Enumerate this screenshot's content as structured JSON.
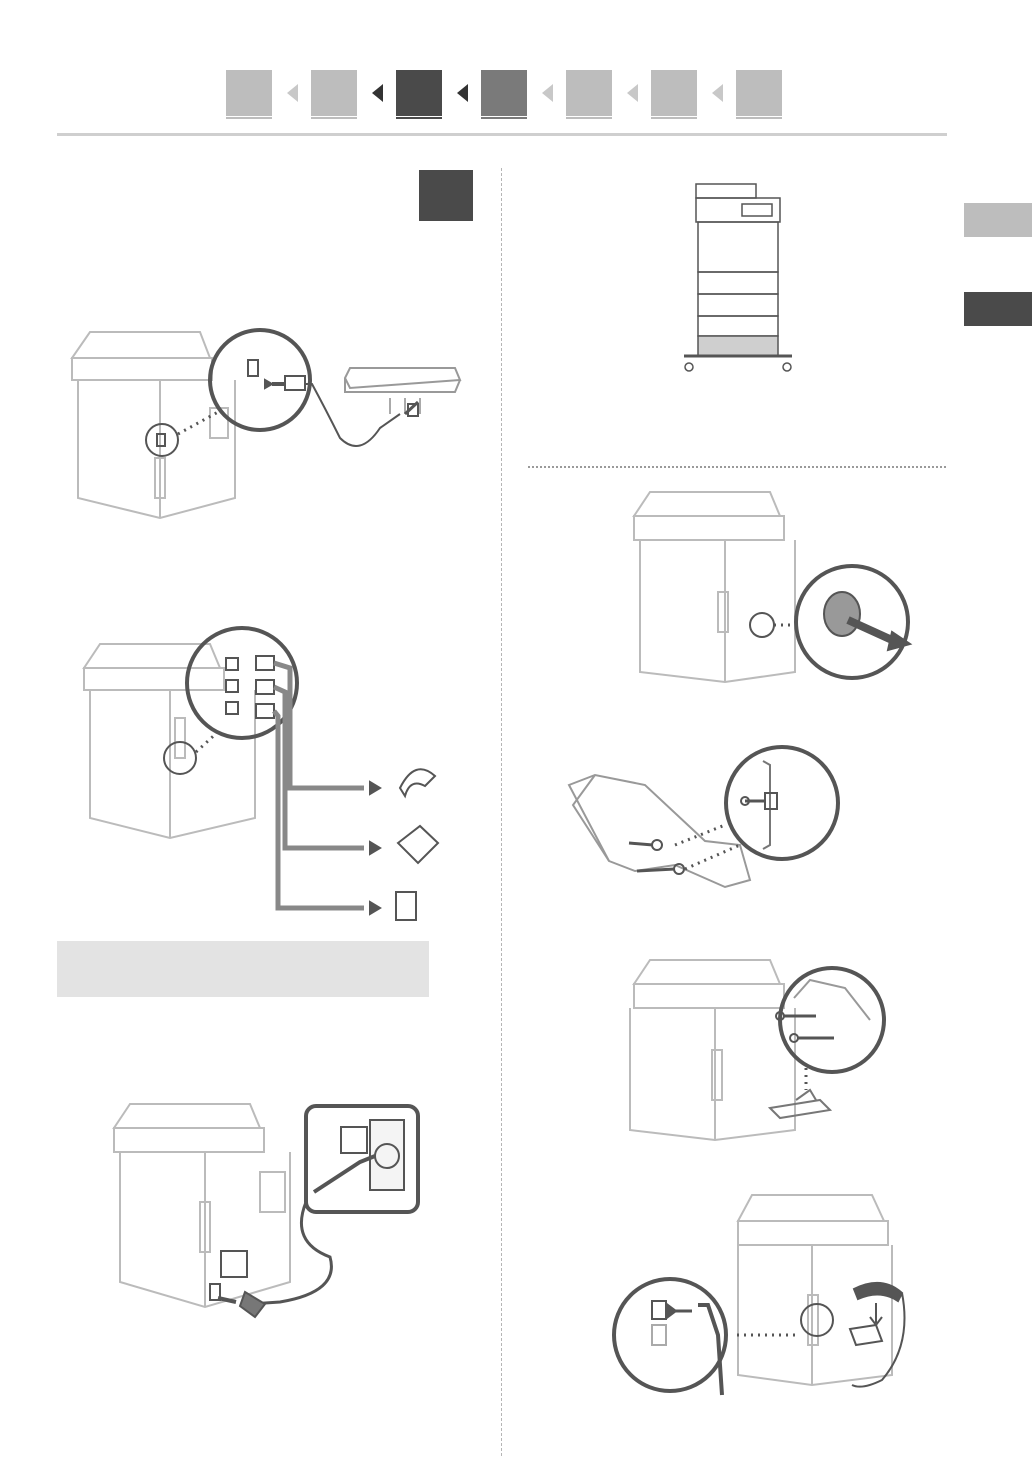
{
  "navigation": {
    "steps": [
      {
        "state": "inactive",
        "color": "#bdbdbd"
      },
      {
        "state": "inactive",
        "color": "#bdbdbd"
      },
      {
        "state": "current",
        "color": "#4a4a4a"
      },
      {
        "state": "done",
        "color": "#7a7a7a"
      },
      {
        "state": "inactive",
        "color": "#bdbdbd"
      },
      {
        "state": "inactive",
        "color": "#bdbdbd"
      },
      {
        "state": "inactive",
        "color": "#bdbdbd"
      }
    ]
  },
  "side_tabs": [
    {
      "color": "#bdbdbd"
    },
    {
      "color": "#4a4a4a"
    }
  ],
  "step_badge": {
    "color": "#4a4a4a"
  },
  "colors": {
    "line_art": "#555555",
    "shade": "#9a9a9a",
    "section_background": "#e3e3e3",
    "rule": "#cfcfcf"
  },
  "illustrations": [
    {
      "name": "printer-to-telephone-line-connection",
      "icon": "printer-phone-cable-illustration"
    },
    {
      "name": "telephone-handset-and-devices-connection",
      "icon": "printer-handset-connection-illustration"
    },
    {
      "name": "power-cord-connection",
      "icon": "power-cord-illustration"
    },
    {
      "name": "printer-on-cassette-stand",
      "icon": "printer-stand-illustration"
    },
    {
      "name": "remove-cap",
      "icon": "cap-removal-illustration"
    },
    {
      "name": "handset-holder-screws",
      "icon": "handset-screw-illustration"
    },
    {
      "name": "attach-handset-holder",
      "icon": "handset-attach-illustration"
    },
    {
      "name": "connect-handset",
      "icon": "handset-cable-illustration"
    }
  ]
}
